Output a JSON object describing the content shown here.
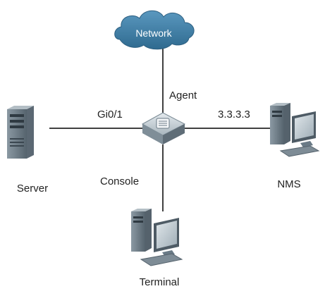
{
  "diagram": {
    "nodes": {
      "network": {
        "label": "Network",
        "icon": "cloud-icon"
      },
      "agent_switch": {
        "label": "Agent",
        "icon": "switch-icon"
      },
      "server": {
        "label": "Server",
        "icon": "server-tower-icon"
      },
      "nms": {
        "label": "NMS",
        "icon": "desktop-computer-icon"
      },
      "terminal": {
        "label": "Terminal",
        "icon": "desktop-computer-icon"
      }
    },
    "links": [
      {
        "from": "agent_switch",
        "to": "network",
        "label": ""
      },
      {
        "from": "agent_switch",
        "to": "server",
        "label": "Gi0/1"
      },
      {
        "from": "agent_switch",
        "to": "nms",
        "label": "3.3.3.3"
      },
      {
        "from": "agent_switch",
        "to": "terminal",
        "label": "Console"
      }
    ],
    "colors": {
      "cloud": "#3f7ea4",
      "device_body": "#6a7a86",
      "device_light": "#c9d2d8",
      "line": "#404040",
      "text": "#222222"
    }
  }
}
